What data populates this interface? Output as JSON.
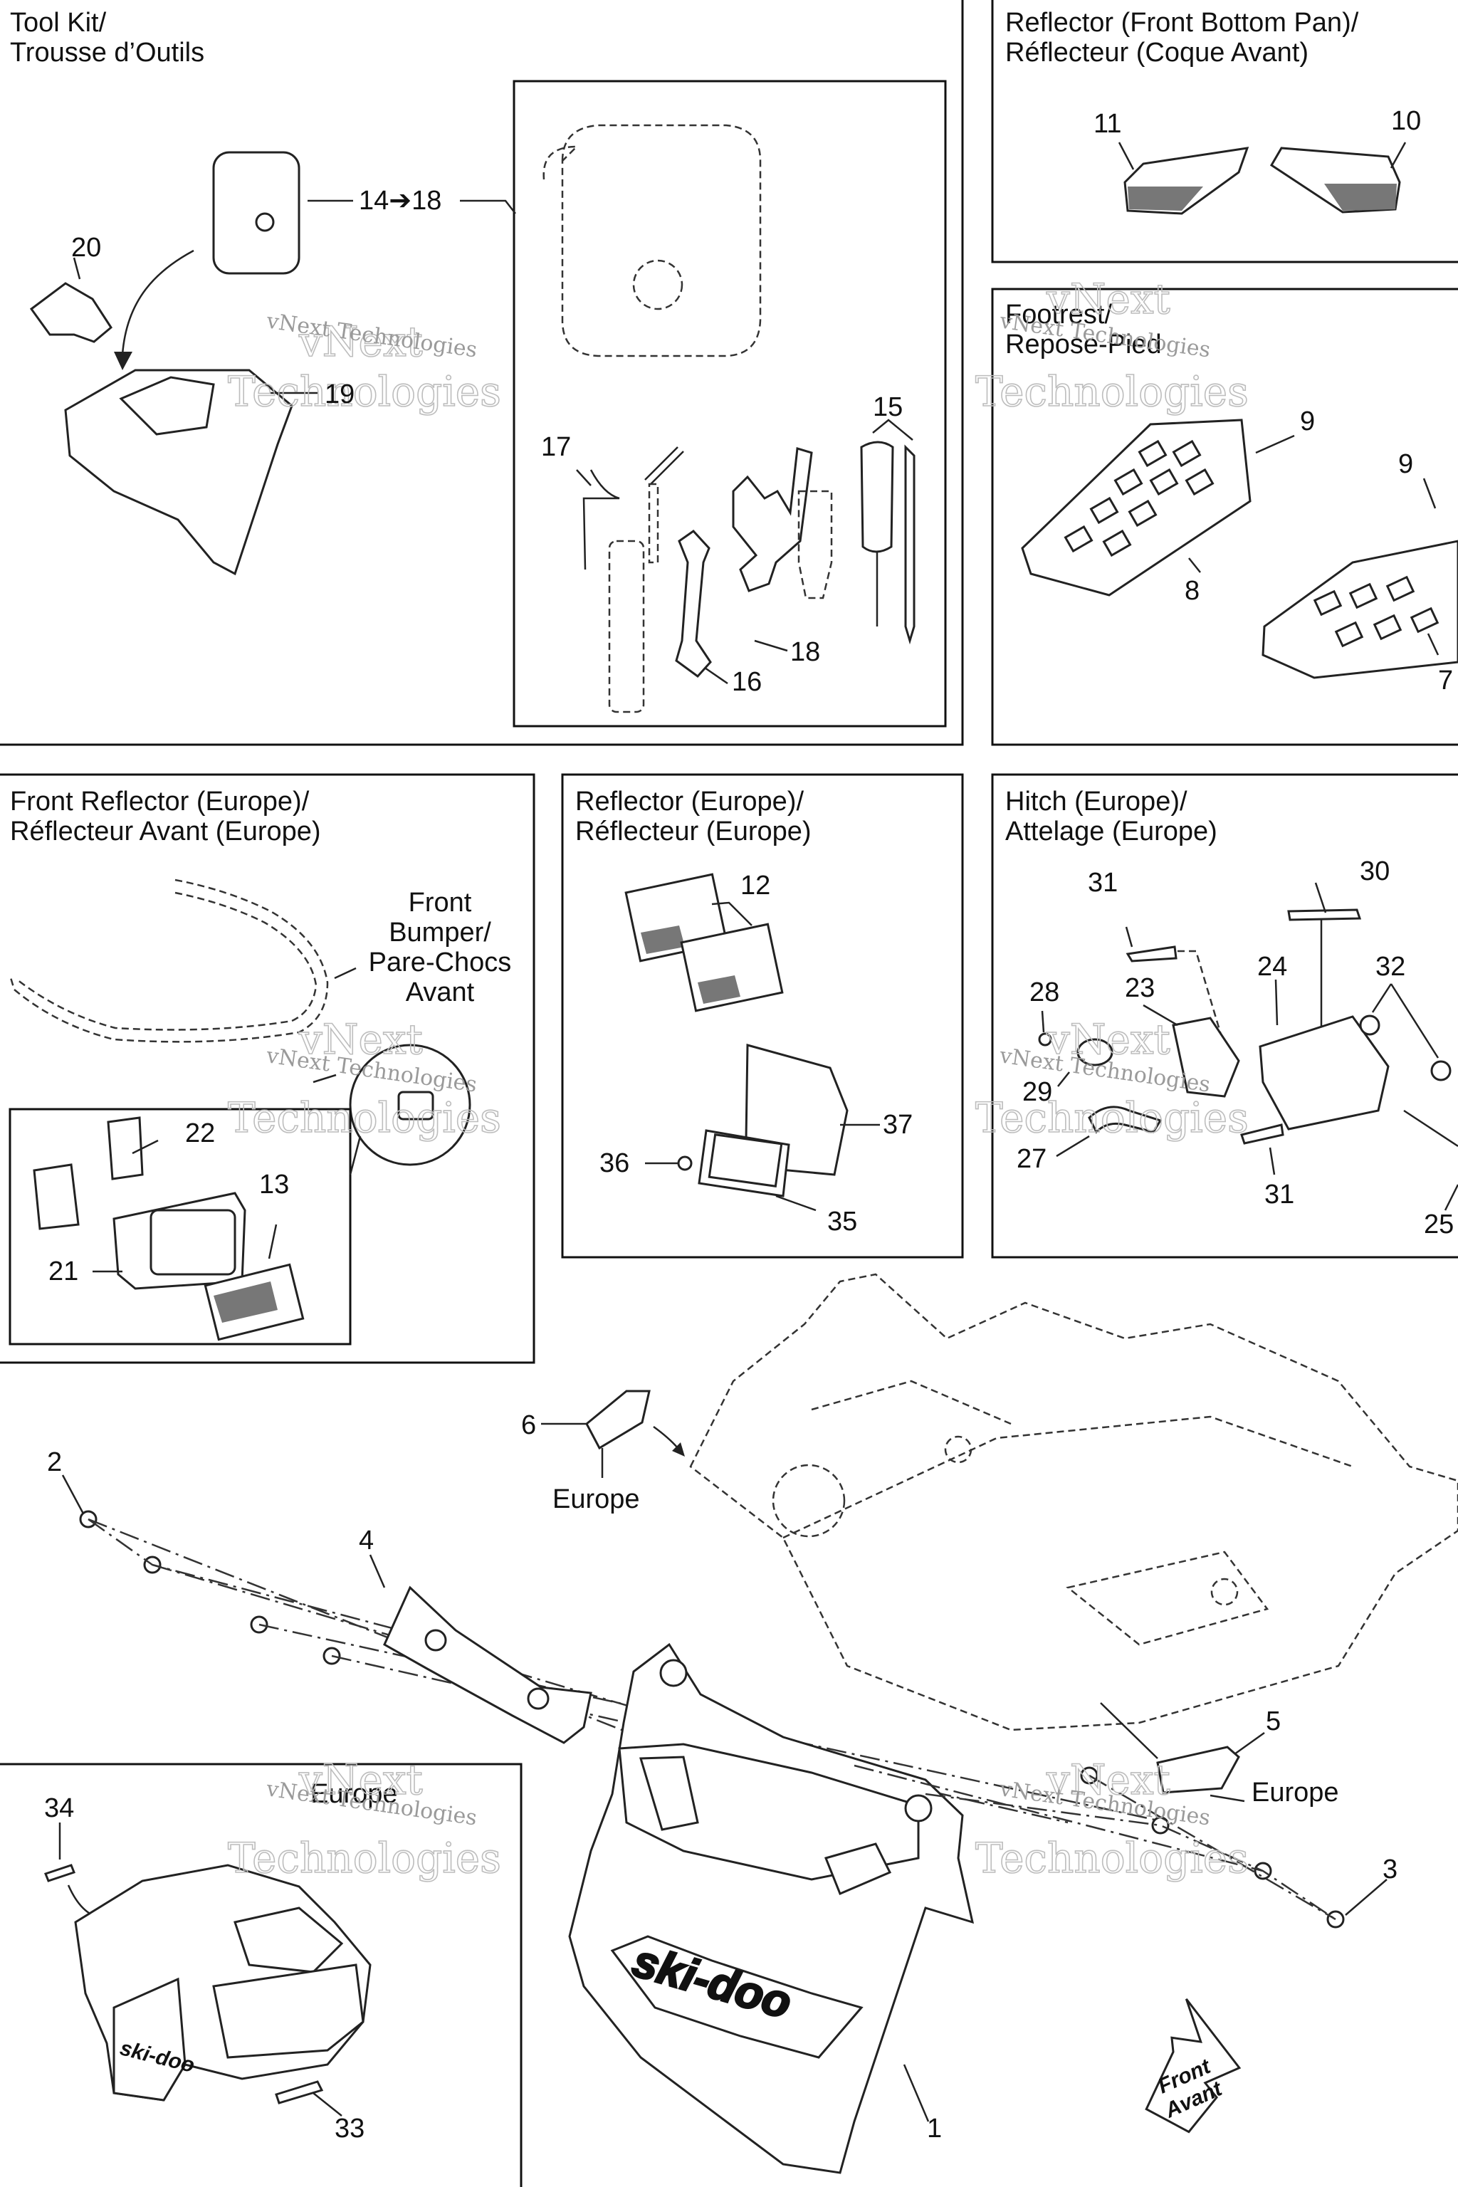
{
  "panels": {
    "tool_kit": {
      "title_line1": "Tool Kit/",
      "title_line2": "Trousse d’Outils"
    },
    "reflector_front_bottom_pan": {
      "title_line1": "Reflector (Front Bottom Pan)/",
      "title_line2": "Réflecteur (Coque Avant)"
    },
    "footrest": {
      "title_line1": "Footrest/",
      "title_line2": "Repose-Pied"
    },
    "front_reflector_europe": {
      "title_line1": "Front Reflector (Europe)/",
      "title_line2": "Réflecteur Avant (Europe)"
    },
    "reflector_europe": {
      "title_line1": "Reflector (Europe)/",
      "title_line2": "Réflecteur (Europe)"
    },
    "hitch_europe": {
      "title_line1": "Hitch (Europe)/",
      "title_line2": "Attelage (Europe)"
    },
    "europe_inset": {
      "title": "Europe"
    }
  },
  "callouts": {
    "c1": "1",
    "c2": "2",
    "c3": "3",
    "c4": "4",
    "c5": "5",
    "c6": "6",
    "c7": "7",
    "c8": "8",
    "c9a": "9",
    "c9b": "9",
    "c10": "10",
    "c11": "11",
    "c12": "12",
    "c13": "13",
    "c14_18": "14➔18",
    "c15": "15",
    "c16": "16",
    "c17": "17",
    "c18": "18",
    "c19": "19",
    "c20": "20",
    "c21": "21",
    "c22": "22",
    "c23": "23",
    "c24": "24",
    "c25": "25",
    "c27": "27",
    "c28": "28",
    "c29": "29",
    "c30": "30",
    "c31a": "31",
    "c31b": "31",
    "c32": "32",
    "c33": "33",
    "c34": "34",
    "c35": "35",
    "c36": "36",
    "c37": "37"
  },
  "notes": {
    "bumper_line1": "Front",
    "bumper_line2": "Bumper/",
    "bumper_line3": "Pare-Chocs",
    "bumper_line4": "Avant",
    "europe_6": "Europe",
    "europe_5": "Europe"
  },
  "arrow": {
    "line1": "Front",
    "line2": "Avant"
  },
  "brand": {
    "logo": "ski-doo",
    "logo_small": "ski-doo"
  },
  "watermark": {
    "line1": "vNext",
    "line2": "Technologies",
    "caption": "vNext Technologies"
  }
}
